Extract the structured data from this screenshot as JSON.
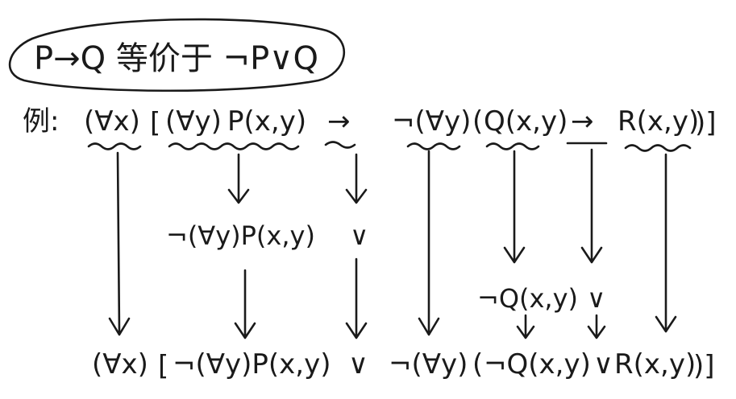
{
  "title": "P→Q 等价于 ¬P∨Q",
  "example_label": "例:",
  "row1": {
    "q1": "(∀x)",
    "bracket_open": "[",
    "q2": "(∀y)",
    "p": "P(x,y)",
    "arrow1": "→",
    "neg_q3": "¬(∀y)",
    "paren_open": "(",
    "q": "Q(x,y)",
    "arrow2": "→",
    "r": "R(x,y)",
    "close": ")]"
  },
  "row2": {
    "neg_p": "¬(∀y)P(x,y)",
    "or1": "∨"
  },
  "row3": {
    "neg_q": "¬Q(x,y)",
    "or2": "∨"
  },
  "row4": {
    "q1": "(∀x)",
    "bracket_open": "[",
    "neg_p": "¬(∀y)P(x,y)",
    "or1": "∨",
    "neg_q3": "¬(∀y)",
    "paren_open": "(",
    "neg_q": "¬Q(x,y)",
    "or2": "∨",
    "r": "R(x,y)",
    "close": ")]"
  }
}
